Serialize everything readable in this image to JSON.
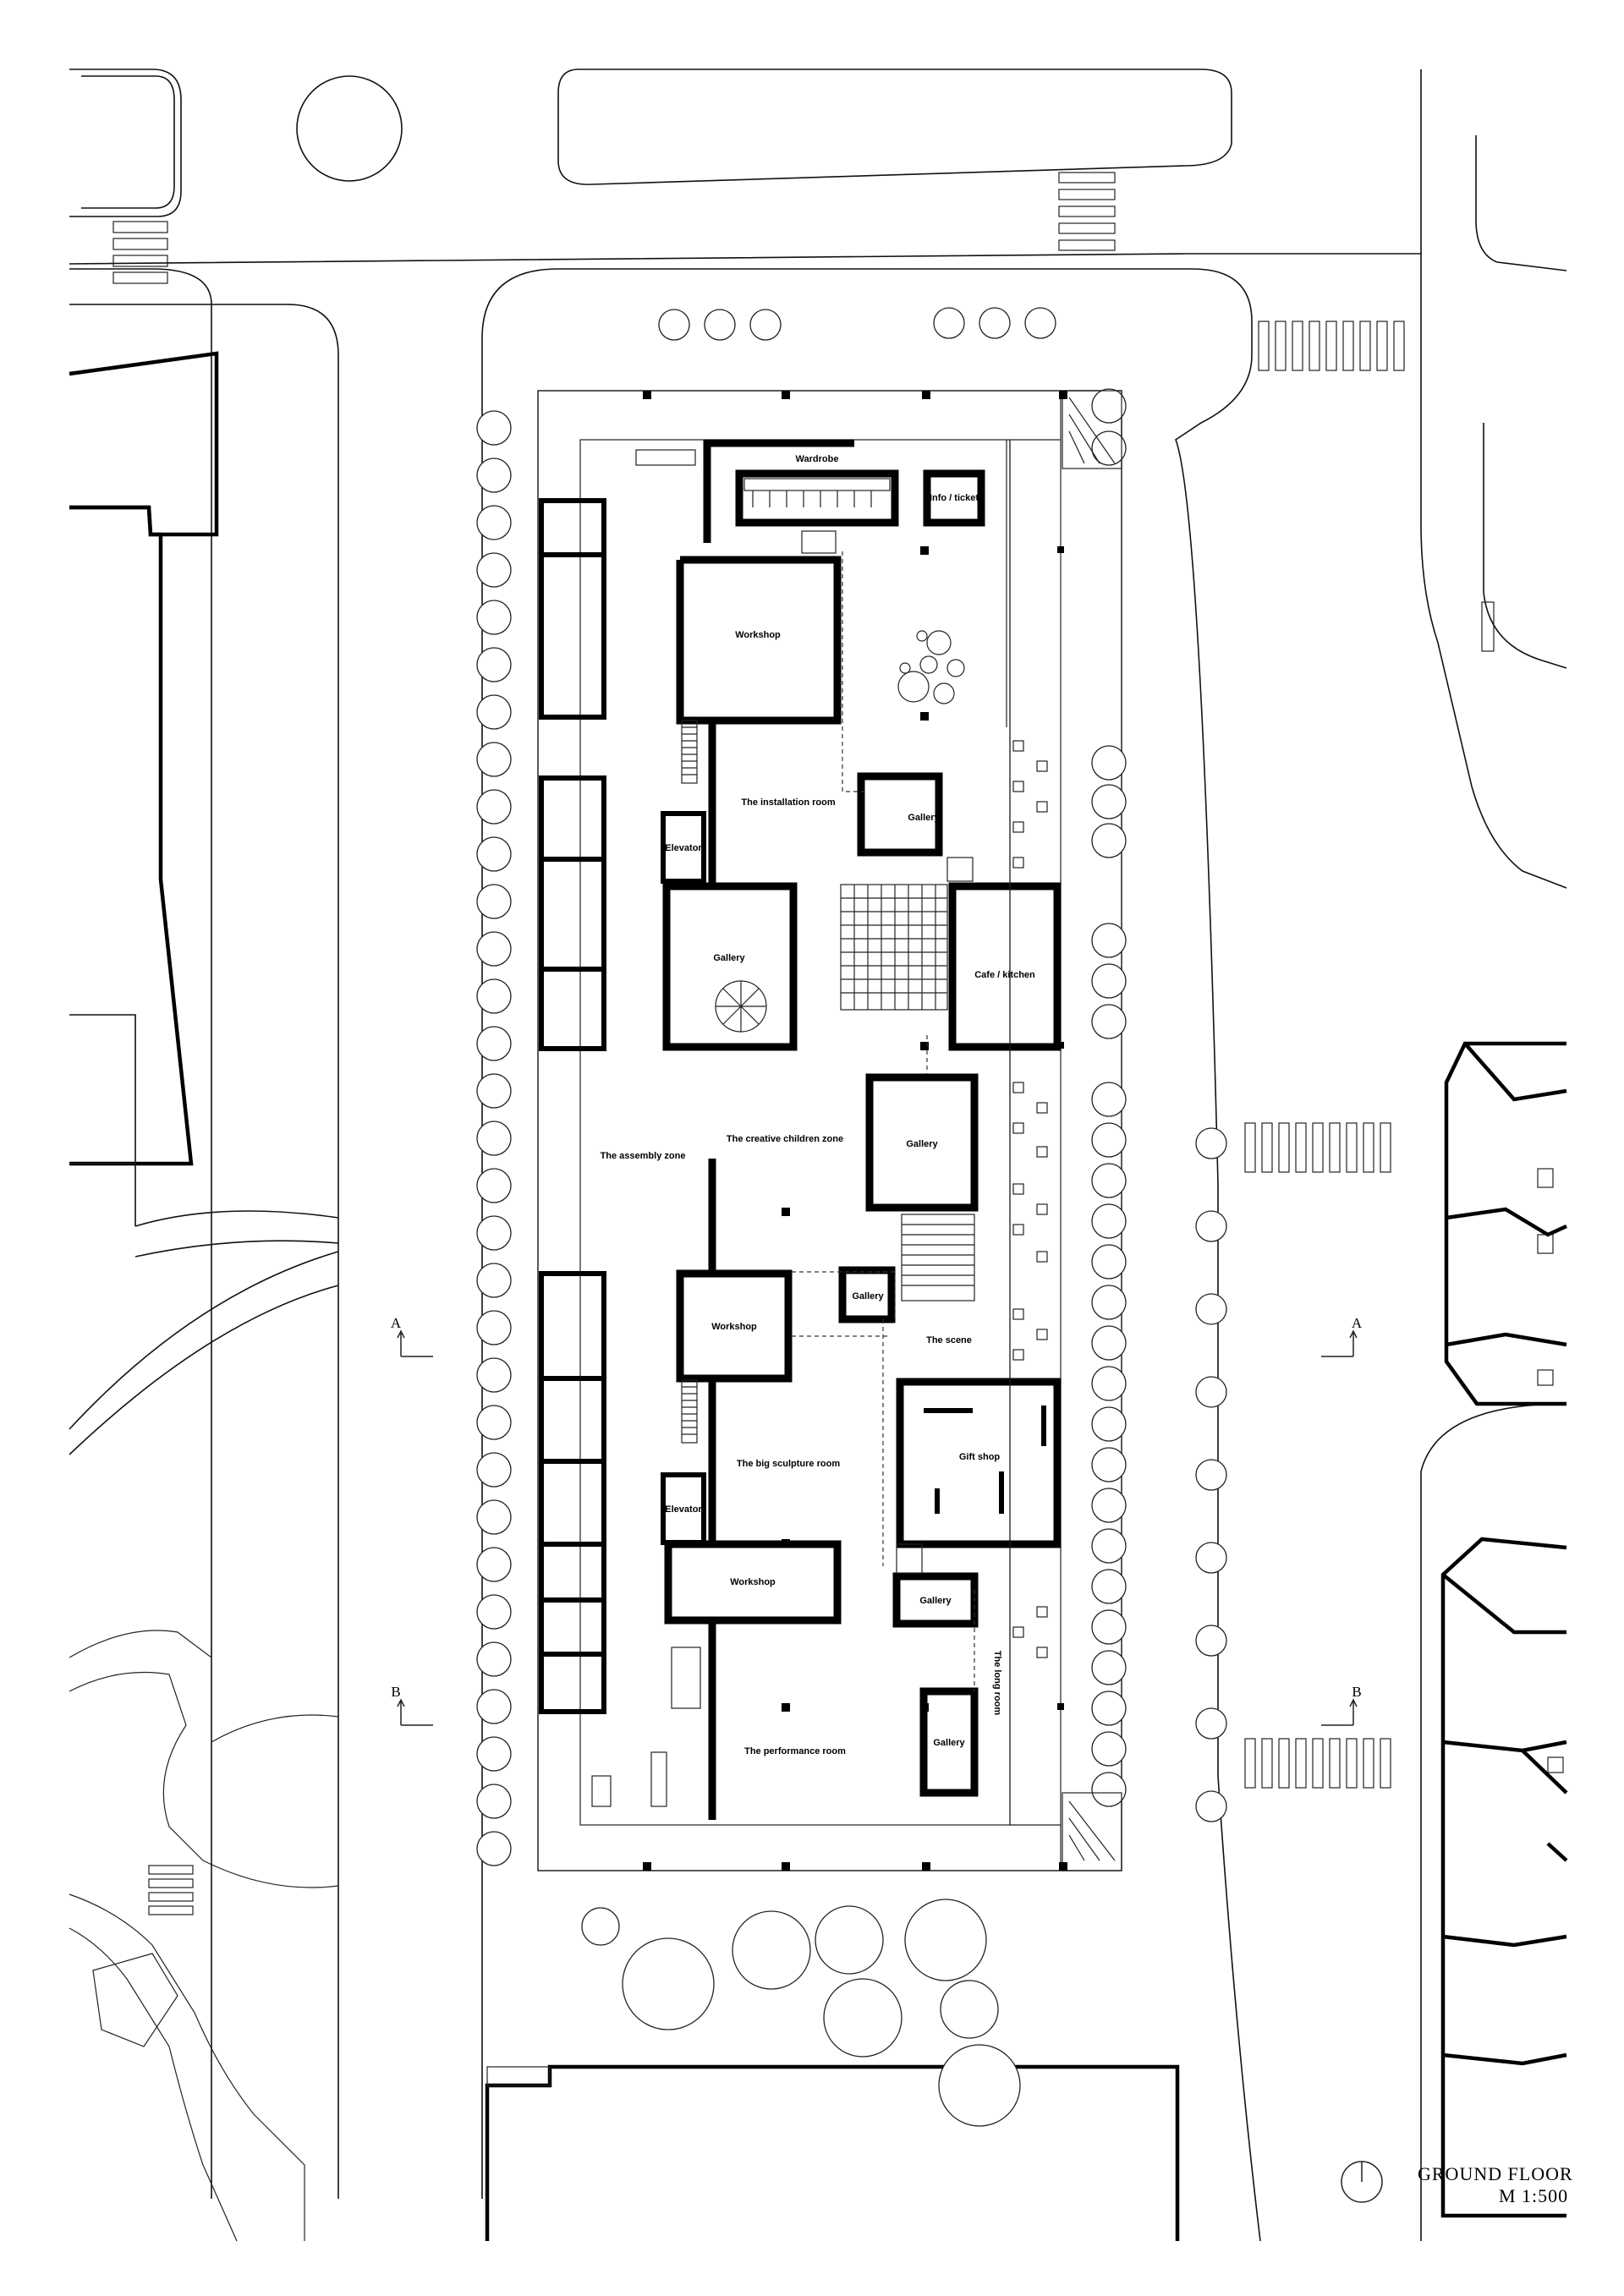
{
  "rooms": {
    "wardrobe": "Wardrobe",
    "info_ticket": "Info / ticket",
    "workshop_1": "Workshop",
    "installation_room": "The installation room",
    "gallery_1": "Gallery",
    "elevator_1": "Elevator",
    "gallery_2": "Gallery",
    "cafe_kitchen": "Cafe / kitchen",
    "assembly_zone": "The assembly zone",
    "creative_children_zone": "The creative children zone",
    "gallery_3": "Gallery",
    "gallery_4": "Gallery",
    "workshop_2": "Workshop",
    "scene": "The scene",
    "gift_shop": "Gift shop",
    "big_sculpture_room": "The big sculpture room",
    "elevator_2": "Elevator",
    "workshop_3": "Workshop",
    "gallery_5": "Gallery",
    "long_room": "The long room",
    "gallery_6": "Gallery",
    "performance_room": "The performance room"
  },
  "sections": {
    "a_left": "A",
    "a_right": "A",
    "b_left": "B",
    "b_right": "B"
  },
  "title_block": {
    "title": "GROUND FLOOR",
    "scale": "M 1:500",
    "north_icon": "north-arrow-icon"
  }
}
